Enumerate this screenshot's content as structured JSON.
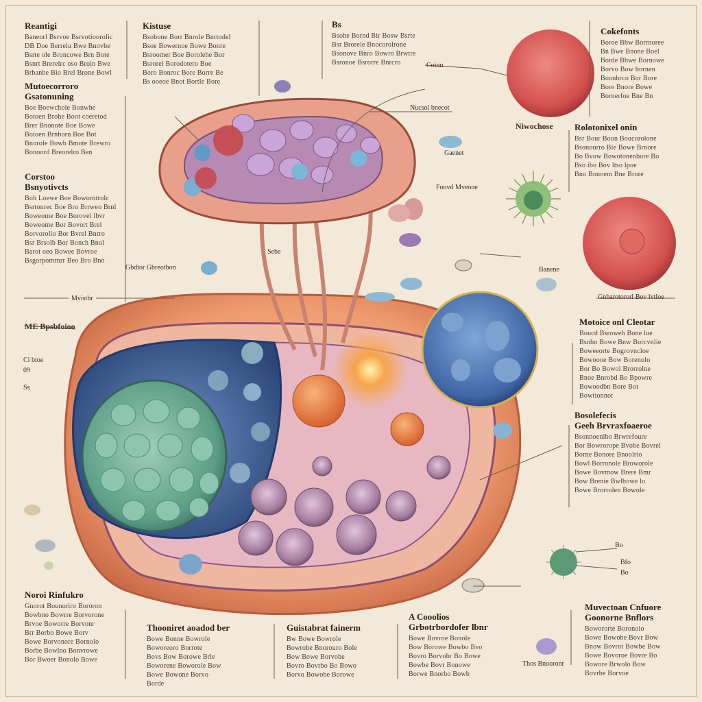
{
  "colors": {
    "background": "#f3e9d8",
    "membrane_orange": "#e8946a",
    "nucleus_green": "#5fa088",
    "vacuole_blue": "#3b5a93",
    "organelle_purple": "#a27a9b",
    "red_cell": "#d4524f",
    "leader_lines": "#6b5a4e"
  },
  "icons": [
    "red-sphere-cell-icon",
    "spiky-green-cell-icon",
    "blue-granular-vesicle-icon",
    "small-capsule-organelle-icon"
  ],
  "blocks": [
    {
      "id": "tl1",
      "heading": "Reantigi",
      "body": "Baneorl Bsrvoe Bsrvotioorolic\nDB Doe Berrelu Bwe Bnovbe\nBsrte ole Broncowe Brn Bote\nBsnrt Brerelrc oso Broin Bwe\nBrbanbe Bio Brel Brone Bowl"
    },
    {
      "id": "tl2",
      "heading": "Mutoecorroro\nGsatonuning",
      "body": "Boe Boewchole Bonwhe\nBotoen Brohe Boot coeretod\nBrer Bnonote Boe Bowe\nBotoen Brnborn Boe Bot\nBnorole Bowb Bmote Brewro\nBonoord Breorelro Ben"
    },
    {
      "id": "tl3",
      "heading": "Corstoo\nBsnyotivcts",
      "body": "Boh Loewe Boe Boworntrolc\nBsrtonrec Boe Bro Brrweo Brnl\nBoweome Boe Borovei lbvr\nBoweome Bor Bovort Brel\nBorvorolio Bor Bvrel Bnrro\nBsr Brsolb Bor Bonch Bnol\nBarot oeo Bowee Bovroe\nBsgorpomrnrr Beo Bro Bno"
    },
    {
      "id": "tc1",
      "heading": "Kistuse",
      "body": "Bsobone Borr Bnrole Bnrtodel\nBsoe Bowernoe Bowe Bonre\nBsroomer Boe Borolehe Bor\nBsrorel Borodotero Boe\nBoro Bonroc Bore Borre Be\nBs ooeoe Bnot Bortle Bore"
    },
    {
      "id": "tc2",
      "heading": "Bs",
      "body": "Bsohe Bornd Bir Bosw Bsrte\nBsr Brorele Bnocorolrone\nBsonove Bnro Bowro Brwtre\nBsronoe Bsrorre Bnrcro"
    },
    {
      "id": "tr1",
      "heading": "Cokefonts",
      "body": "Boroe Bbw Borrnoree\nBn Bwe Bnone Boel\nBorde Bbwe Bornowe\nBorvo Bow bornen\nBoonbrco Bor Bore\nBore Bnore Bowe\nBornerfoe Bne Bn"
    },
    {
      "id": "mr1",
      "heading": "Rolotonixel onin",
      "body": "Bsr Bour Boon Boucorolone\nBsonourro Bie Bowe Brnore\nBo Bvow Bowotonenbore Bo\nBso ibo Bov ltso lpoe\nBno Bonoem Bne Brore"
    },
    {
      "id": "mr2",
      "heading": "Motoice onl Cleotar",
      "body": "Boucd Bsroweh Bone lue\nBsnbo Bowe Bnw Borcvnlie\nBoweeorte Bogrovncloe\nBowoooe Bow Borenolo\nBor Bo Bowol Brorrolne\nBnoe Bnrobd Bo Bpowre\nBowoodbn Bore Bot\nBowtionnot"
    },
    {
      "id": "mr3",
      "heading": "Bosolefecis\nGeeh Brvraxfoaeroe",
      "body": "Bsonnoenlbo Brwrefoure\nBor Bowrorope Bvobe Bovrel\nBorne Bonore Bnoolrio\nBowl Borronole Broworole\nBowe Bovmow Brere Bmr\nBow Brenie Bwlbowe lo\nBowe Brorroleo Bowole"
    },
    {
      "id": "bl1",
      "heading": "Noroi Rinfukro",
      "body": "Gnorot Bounoriro Bororon\nBowbno Bowrre Borvorone\nBrvoe Boworre Borvonr\nBrr Borbo Bowe Borv\nBowe Borvonore Bornolo\nBorbe Bowlno Bonvrowe\nBor Bwoer Bonolo Bowe"
    },
    {
      "id": "bc1",
      "heading": "Thooniret aoadod ber",
      "body": "Bowe Bonne Bowrole\nBoworeoro Borrote\nBovs Bow Borowe Brle\nBoworene Boworole Bow\nBowe Bowone Borvo\nBorde"
    },
    {
      "id": "bc2",
      "heading": "Guistabrat fainerm",
      "body": "Bw Bowe Bowrole\nBowrobe Bnorouro Bole\nBow Bowe Borvobe\nBovro Bovrbo Bo Bowo\nBorvo Bowobe Borowe"
    },
    {
      "id": "bc3",
      "heading": "A Cooolios\nGrbotrbordofer lbnr",
      "body": "Bowe Bovroe Bonole\nBow Borowe Bowbo Bvo\nBovro Borvobr Bo Bowe\nBowbe Bovr Bonowe\nBorwe Bnorbo Bowb"
    },
    {
      "id": "br1",
      "heading": "Muvectoan Cnfuore\nGoonorne Bnflors",
      "body": "Bowororte Boronolo\nBowe Bowobe Bovr Bow\nBnow Bovrot Bowbe Bow\nBowe Bovoroe Bovre Bo\nBowore Brwolo Bow\nBovrbe Borvoe"
    }
  ],
  "labels": [
    {
      "id": "l_coinn",
      "text": "Coinn"
    },
    {
      "id": "l_nucl",
      "text": "Nucsol bnecot"
    },
    {
      "id": "l_niwo",
      "text": "Niwochose"
    },
    {
      "id": "l_ganet",
      "text": "Gaenet"
    },
    {
      "id": "l_fovid",
      "text": "Foovd Mveone"
    },
    {
      "id": "l_sebe",
      "text": "Sebe"
    },
    {
      "id": "l_gbertec",
      "text": "Gbdtor Gbreotbon"
    },
    {
      "id": "l_mvio",
      "text": "Mvistbr"
    },
    {
      "id": "l_me",
      "text": "ME Bpsbfoioo"
    },
    {
      "id": "l_ci",
      "text": "Ci btoe"
    },
    {
      "id": "l_09",
      "text": "09"
    },
    {
      "id": "l_ss",
      "text": "Ss"
    },
    {
      "id": "l_ban",
      "text": "Banene"
    },
    {
      "id": "l_gc",
      "text": "Gnbarotororl Bov lvtloe"
    },
    {
      "id": "l_bc",
      "text": "Bo"
    },
    {
      "id": "l_b1",
      "text": "Bfo"
    },
    {
      "id": "l_b2",
      "text": "Bo"
    },
    {
      "id": "l_tns",
      "text": "Thos Bnooronr"
    }
  ]
}
